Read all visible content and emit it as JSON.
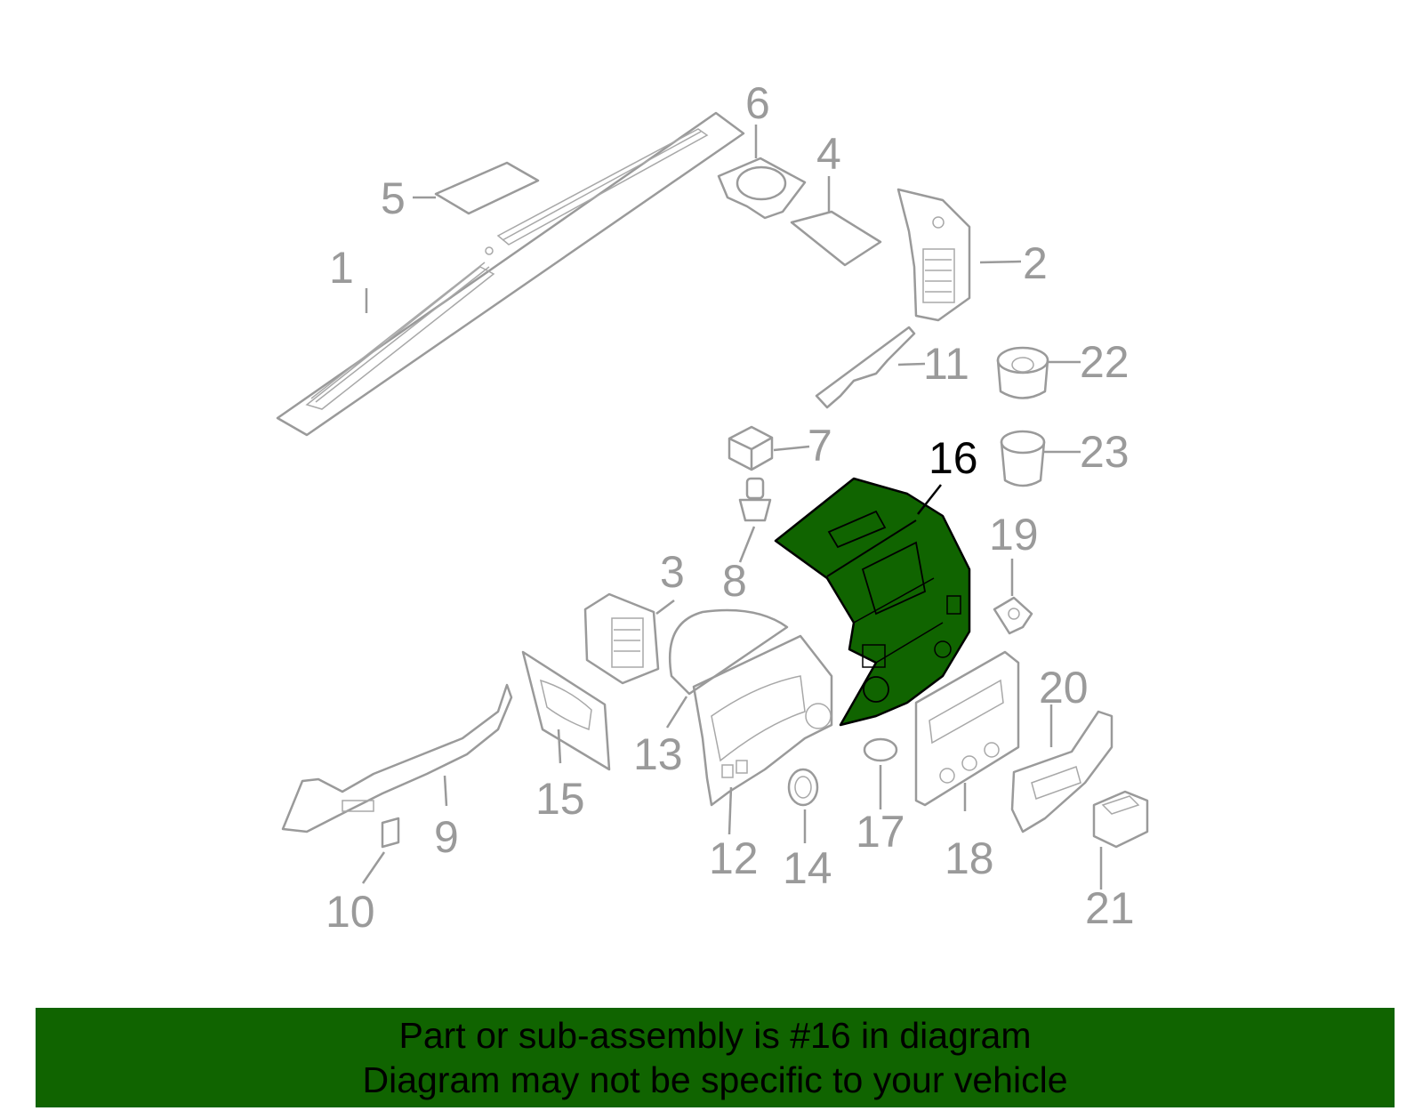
{
  "diagram": {
    "highlight_color": "#106400",
    "callouts": [
      {
        "id": "1",
        "label": "1"
      },
      {
        "id": "2",
        "label": "2"
      },
      {
        "id": "3",
        "label": "3"
      },
      {
        "id": "4",
        "label": "4"
      },
      {
        "id": "5",
        "label": "5"
      },
      {
        "id": "6",
        "label": "6"
      },
      {
        "id": "7",
        "label": "7"
      },
      {
        "id": "8",
        "label": "8"
      },
      {
        "id": "9",
        "label": "9"
      },
      {
        "id": "10",
        "label": "10"
      },
      {
        "id": "11",
        "label": "11"
      },
      {
        "id": "12",
        "label": "12"
      },
      {
        "id": "13",
        "label": "13"
      },
      {
        "id": "14",
        "label": "14"
      },
      {
        "id": "15",
        "label": "15"
      },
      {
        "id": "16",
        "label": "16",
        "highlighted": true
      },
      {
        "id": "17",
        "label": "17"
      },
      {
        "id": "18",
        "label": "18"
      },
      {
        "id": "19",
        "label": "19"
      },
      {
        "id": "20",
        "label": "20"
      },
      {
        "id": "21",
        "label": "21"
      },
      {
        "id": "22",
        "label": "22"
      },
      {
        "id": "23",
        "label": "23"
      }
    ]
  },
  "banner": {
    "line1": "Part or sub-assembly is #16 in diagram",
    "line2": "Diagram may not be specific to your vehicle",
    "background": "#106400"
  }
}
